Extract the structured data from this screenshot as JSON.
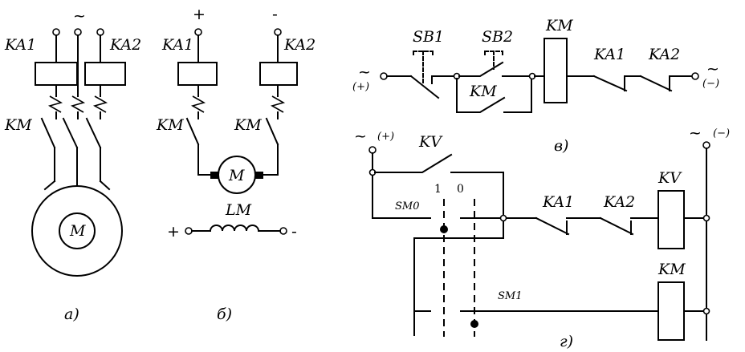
{
  "panel_a": {
    "supply": "~",
    "relay_left": "KA1",
    "relay_right": "KA2",
    "contact": "KM",
    "motor": "M",
    "caption": "а)"
  },
  "panel_b": {
    "plus": "+",
    "minus": "-",
    "relay_left": "KA1",
    "relay_right": "KA2",
    "contact_left": "KM",
    "contact_right": "KM",
    "motor": "M",
    "winding": "LM",
    "winding_plus": "+",
    "winding_minus": "-",
    "caption": "б)"
  },
  "panel_v": {
    "source_ac": "~",
    "source_dc": "(+)",
    "sink_ac": "~",
    "sink_dc": "(−)",
    "button_stop": "SB1",
    "button_start": "SB2",
    "seal_contact": "KM",
    "coil": "KM",
    "contact_1": "KA1",
    "contact_2": "KA2",
    "caption": "в)"
  },
  "panel_g": {
    "source_ac": "~",
    "source_dc": "(+)",
    "sink_ac": "~",
    "sink_dc": "(−)",
    "switch": "KV",
    "pos_1": "1",
    "pos_0": "0",
    "switch_sm0": "SM0",
    "switch_sm1": "SM1",
    "contact_1": "KA1",
    "contact_2": "KA2",
    "coil_kv": "KV",
    "coil_km": "KM",
    "caption": "г)"
  }
}
